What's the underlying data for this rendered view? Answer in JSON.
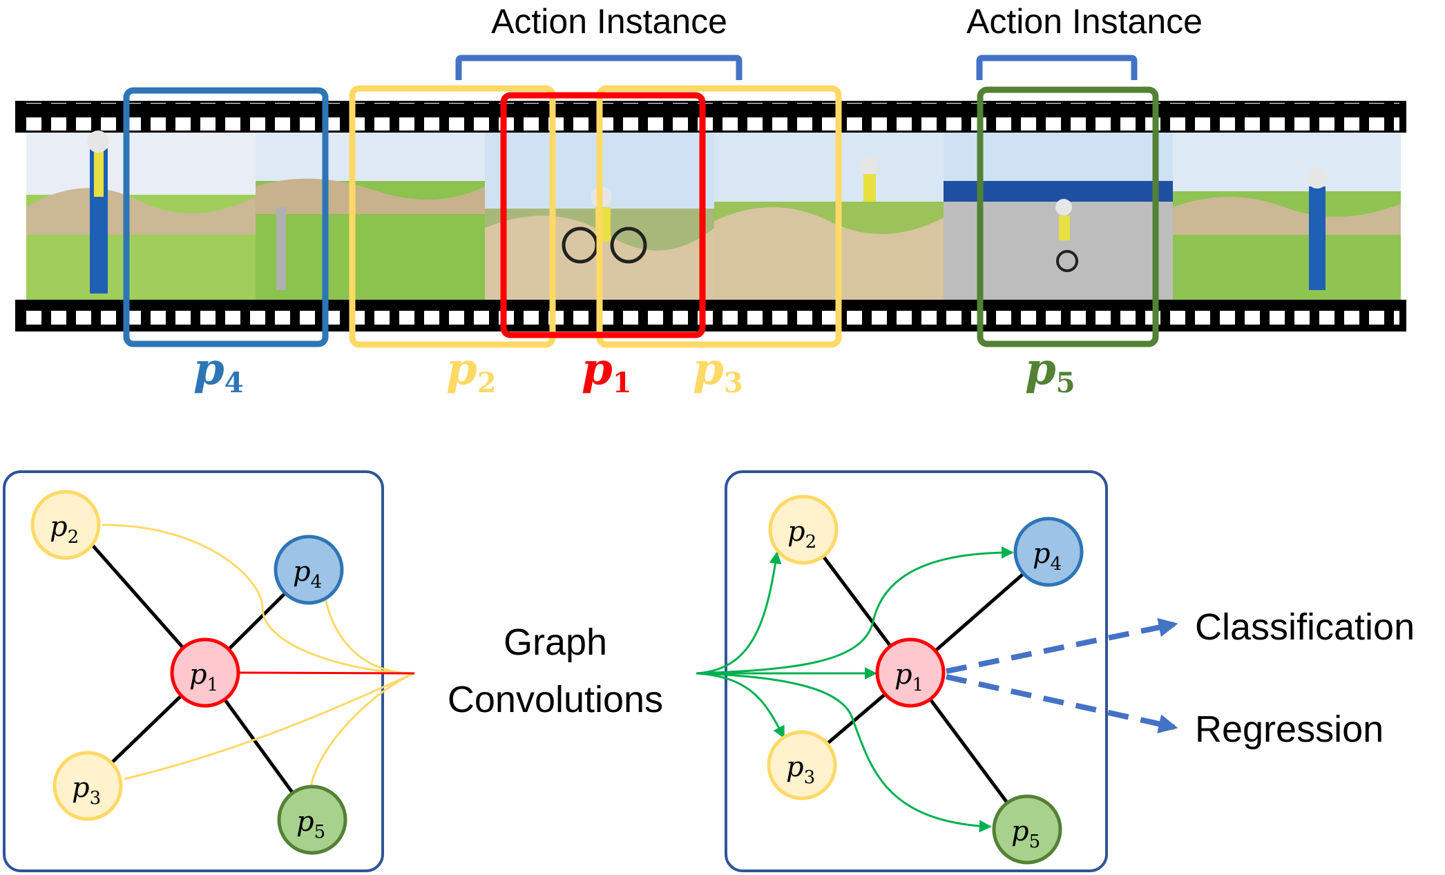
{
  "top": {
    "brackets": [
      {
        "label": "Action Instance"
      },
      {
        "label": "Action Instance"
      }
    ],
    "proposals": [
      {
        "id": "p4",
        "letter": "p",
        "sub": "4",
        "color": "#2e75b6"
      },
      {
        "id": "p2",
        "letter": "p",
        "sub": "2",
        "color": "#ffd966"
      },
      {
        "id": "p1",
        "letter": "p",
        "sub": "1",
        "color": "#ff0000"
      },
      {
        "id": "p3",
        "letter": "p",
        "sub": "3",
        "color": "#ffd966"
      },
      {
        "id": "p5",
        "letter": "p",
        "sub": "5",
        "color": "#538135"
      }
    ]
  },
  "graph_left": {
    "nodes": [
      {
        "id": "p2",
        "letter": "p",
        "sub": "2",
        "fill": "#fff2cc",
        "stroke": "#ffd966"
      },
      {
        "id": "p4",
        "letter": "p",
        "sub": "4",
        "fill": "#9dc3e6",
        "stroke": "#2e75b6"
      },
      {
        "id": "p1",
        "letter": "p",
        "sub": "1",
        "fill": "#ffc7ce",
        "stroke": "#ff0000"
      },
      {
        "id": "p3",
        "letter": "p",
        "sub": "3",
        "fill": "#fff2cc",
        "stroke": "#ffd966"
      },
      {
        "id": "p5",
        "letter": "p",
        "sub": "5",
        "fill": "#a9d18e",
        "stroke": "#538135"
      }
    ]
  },
  "middle": {
    "line1": "Graph",
    "line2": "Convolutions"
  },
  "graph_right": {
    "nodes": [
      {
        "id": "p2",
        "letter": "p",
        "sub": "2",
        "fill": "#fff2cc",
        "stroke": "#ffd966"
      },
      {
        "id": "p4",
        "letter": "p",
        "sub": "4",
        "fill": "#9dc3e6",
        "stroke": "#2e75b6"
      },
      {
        "id": "p1",
        "letter": "p",
        "sub": "1",
        "fill": "#ffc7ce",
        "stroke": "#ff0000"
      },
      {
        "id": "p3",
        "letter": "p",
        "sub": "3",
        "fill": "#fff2cc",
        "stroke": "#ffd966"
      },
      {
        "id": "p5",
        "letter": "p",
        "sub": "5",
        "fill": "#a9d18e",
        "stroke": "#538135"
      }
    ]
  },
  "outputs": {
    "classification": "Classification",
    "regression": "Regression"
  },
  "colors": {
    "bracket": "#4472c4",
    "panel_border": "#2f5597",
    "edge": "#000000",
    "yellow_edge": "#ffd966",
    "red_edge": "#ff0000",
    "green_arrow": "#00b050",
    "dashed_arrow": "#4472c4"
  }
}
